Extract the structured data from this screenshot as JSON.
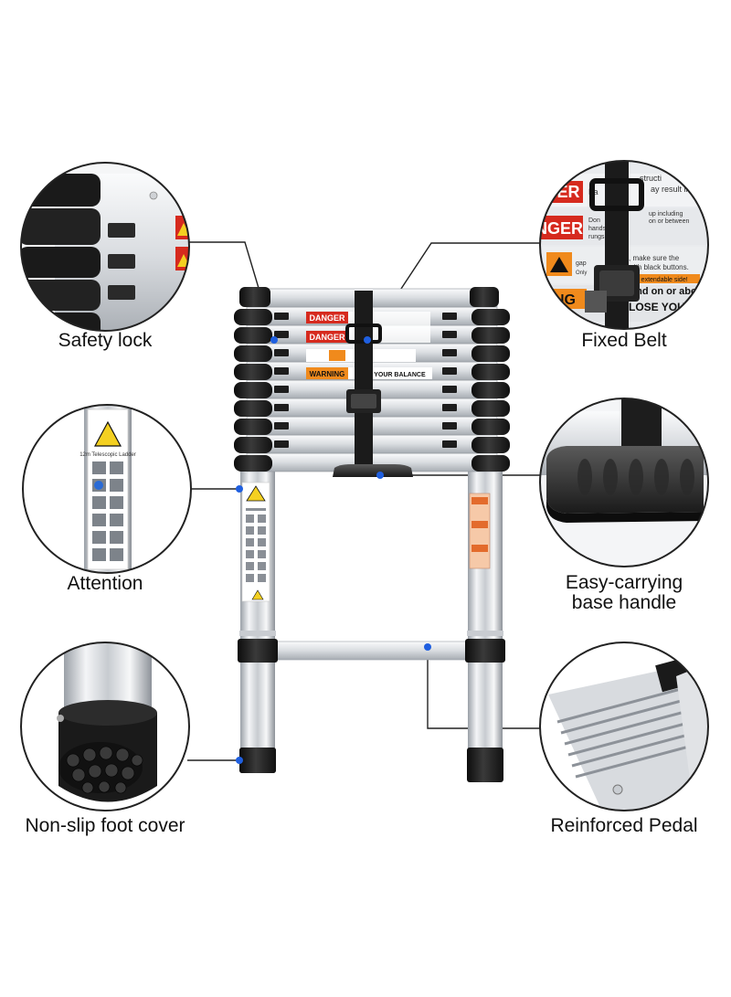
{
  "callouts": {
    "safety_lock": "Safety lock",
    "fixed_belt": "Fixed Belt",
    "attention": "Attention",
    "easy_carry_line1": "Easy-carrying",
    "easy_carry_line2": "base handle",
    "foot_cover": "Non-slip foot cover",
    "pedal": "Reinforced Pedal"
  },
  "ladder_labels": {
    "danger": "DANGER",
    "warning": "WARNING",
    "lose_balance": "LOSE YOUR BALANCE",
    "ladder_name": "12m Telescopic Ladder",
    "zoom_danger_1": "ER",
    "zoom_danger_2": "NGER",
    "zoom_danger_3": "NG",
    "zoom_lose": "LOSE YOUR",
    "zoom_text_1": "Fa",
    "zoom_text_2": "structi",
    "zoom_text_3": "ay result in",
    "zoom_text_4": "Don",
    "zoom_text_5": "hands",
    "zoom_text_6": "rungs",
    "zoom_text_7": "up including",
    "zoom_text_8": "on or between",
    "zoom_text_9": ", make sure the",
    "zoom_text_10": "with black buttons.",
    "zoom_text_11": "gap",
    "zoom_text_12": "the extendable side!",
    "zoom_text_13": "Only",
    "zoom_text_14": "and on or above th"
  },
  "colors": {
    "danger_red": "#d62a1e",
    "warning_orange": "#f08a1c",
    "rubber_black": "#1c1c1c",
    "marker_blue": "#1f5fe0",
    "leader_line": "#222222",
    "aluminium_light": "#f2f3f5",
    "aluminium_dark": "#9ea3aa"
  }
}
